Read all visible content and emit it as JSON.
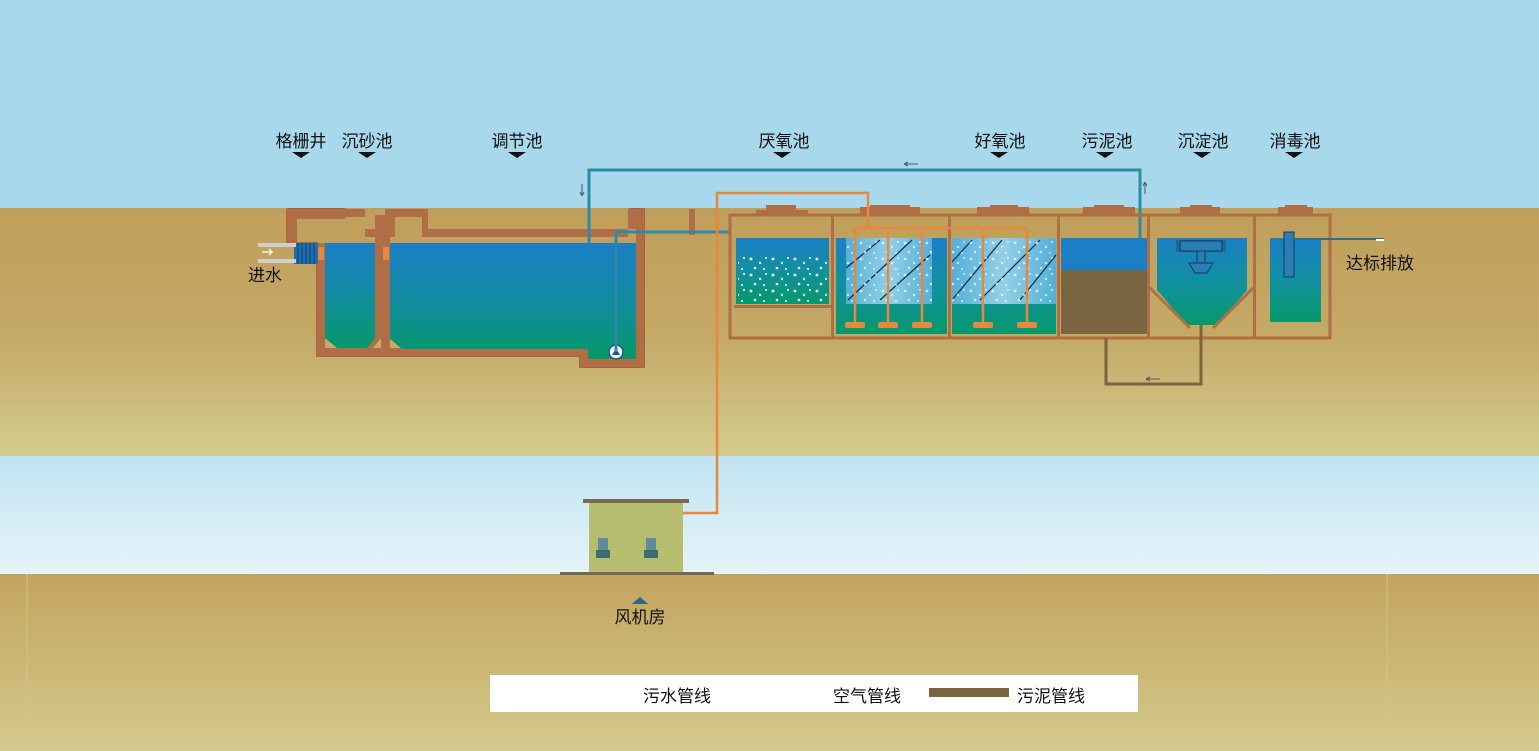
{
  "labels": {
    "grille_well": "格栅井",
    "grit_tank": "沉砂池",
    "equalization_tank": "调节池",
    "anaerobic_tank": "厌氧池",
    "aerobic_tank": "好氧池",
    "sludge_tank": "污泥池",
    "sedimentation_tank": "沉淀池",
    "disinfection_tank": "消毒池",
    "water_inlet": "进水",
    "discharge": "达标排放",
    "blower_room": "风机房"
  },
  "legend": {
    "sewage_pipe": "污水管线",
    "air_pipe": "空气管线",
    "sludge_pipe": "污泥管线"
  },
  "colors": {
    "sky": "#a8d8ec",
    "soil": "#c0a15a",
    "wall": "#b06e47",
    "sewage_pipe": "#2f8aa8",
    "air_pipe": "#e8873e",
    "sludge_pipe": "#7a6540",
    "water_top": "#1c80c4",
    "water_bottom": "#0a9a6a"
  }
}
